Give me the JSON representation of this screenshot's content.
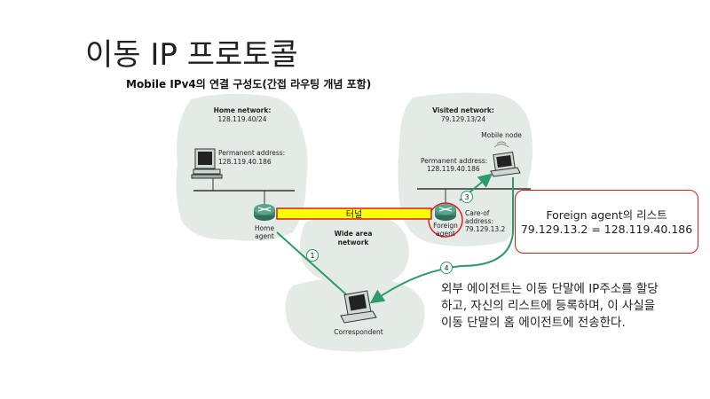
{
  "slide": {
    "title": "이동 IP 프로토콜",
    "subtitle": "Mobile IPv4의 연결 구성도(간접 라우팅 개념 포함)"
  },
  "diagram": {
    "home_network_label": "Home network:",
    "home_network_addr": "128.119.40/24",
    "permanent_address_label": "Permanent address:",
    "permanent_address_value": "128.119.40.186",
    "visited_network_label": "Visited network:",
    "visited_network_addr": "79.129.13/24",
    "mobile_node_label": "Mobile node",
    "visited_perm_label": "Permanent address:",
    "visited_perm_value": "128.119.40.186",
    "home_agent_line1": "Home",
    "home_agent_line2": "agent",
    "foreign_agent_line1": "Foreign",
    "foreign_agent_line2": "agent",
    "wan_line1": "Wide area",
    "wan_line2": "network",
    "careof_line1": "Care-of",
    "careof_line2": "address:",
    "careof_line3": "79.129.13.2",
    "correspondent_label": "Correspondent",
    "tunnel_label": "터널",
    "step1": "1",
    "step3": "3",
    "step4": "4"
  },
  "foreign_agent_list": {
    "line1": "Foreign agent의 리스트",
    "line2": "79.129.13.2 = 128.119.40.186"
  },
  "note": {
    "line1": "외부 에이전트는 이동 단말에 IP주소를 할당",
    "line2": "하고, 자신의 리스트에 등록하며, 이 사실을",
    "line3": "이동 단말의 홈 에이전트에 전송한다."
  },
  "colors": {
    "cloud": "#e4ebe6",
    "arrow": "#2f9a6a",
    "tunnel_fill": "#ffff00",
    "tunnel_border": "#d02020",
    "router": "#2e6e5a"
  }
}
